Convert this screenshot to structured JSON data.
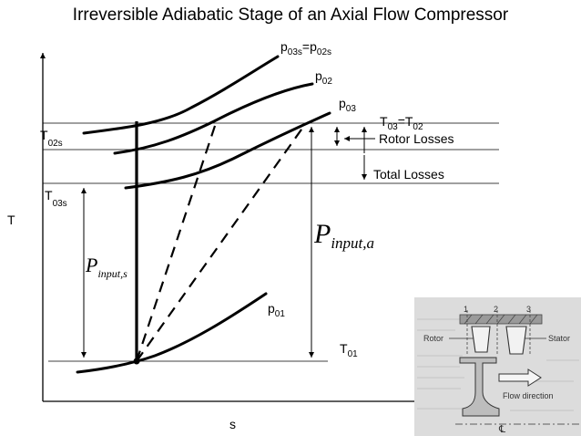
{
  "title": "Irreversible Adiabatic Stage of an Axial Flow Compressor",
  "axes": {
    "y_label": "T",
    "x_label": "s"
  },
  "isobars": {
    "p03s_eq_p02s": {
      "p1": "p",
      "s1": "03s",
      "eq": "=p",
      "s2": "02s"
    },
    "p02": {
      "p": "p",
      "s": "02"
    },
    "p03": {
      "p": "p",
      "s": "03"
    },
    "p01": {
      "p": "p",
      "s": "01"
    }
  },
  "temperatures": {
    "T02s": {
      "t": "T",
      "s": "02s"
    },
    "T03s": {
      "t": "T",
      "s": "03s"
    },
    "T03_eq_T02": {
      "t1": "T",
      "s1": "03",
      "eq": "=T",
      "s2": "02"
    },
    "T01": {
      "t": "T",
      "s": "01"
    }
  },
  "losses": {
    "rotor": "Rotor Losses",
    "total": "Total Losses"
  },
  "work": {
    "actual": {
      "P": "P",
      "sub": "input,a"
    },
    "isentropic": {
      "P": "P",
      "sub": "input,s"
    }
  },
  "inset": {
    "station_1": "1",
    "station_2": "2",
    "station_3": "3",
    "rotor": "Rotor",
    "stator": "Stator",
    "flow": "Flow direction"
  },
  "colors": {
    "line": "#000000",
    "inset_bg": "#d9d9d9"
  }
}
